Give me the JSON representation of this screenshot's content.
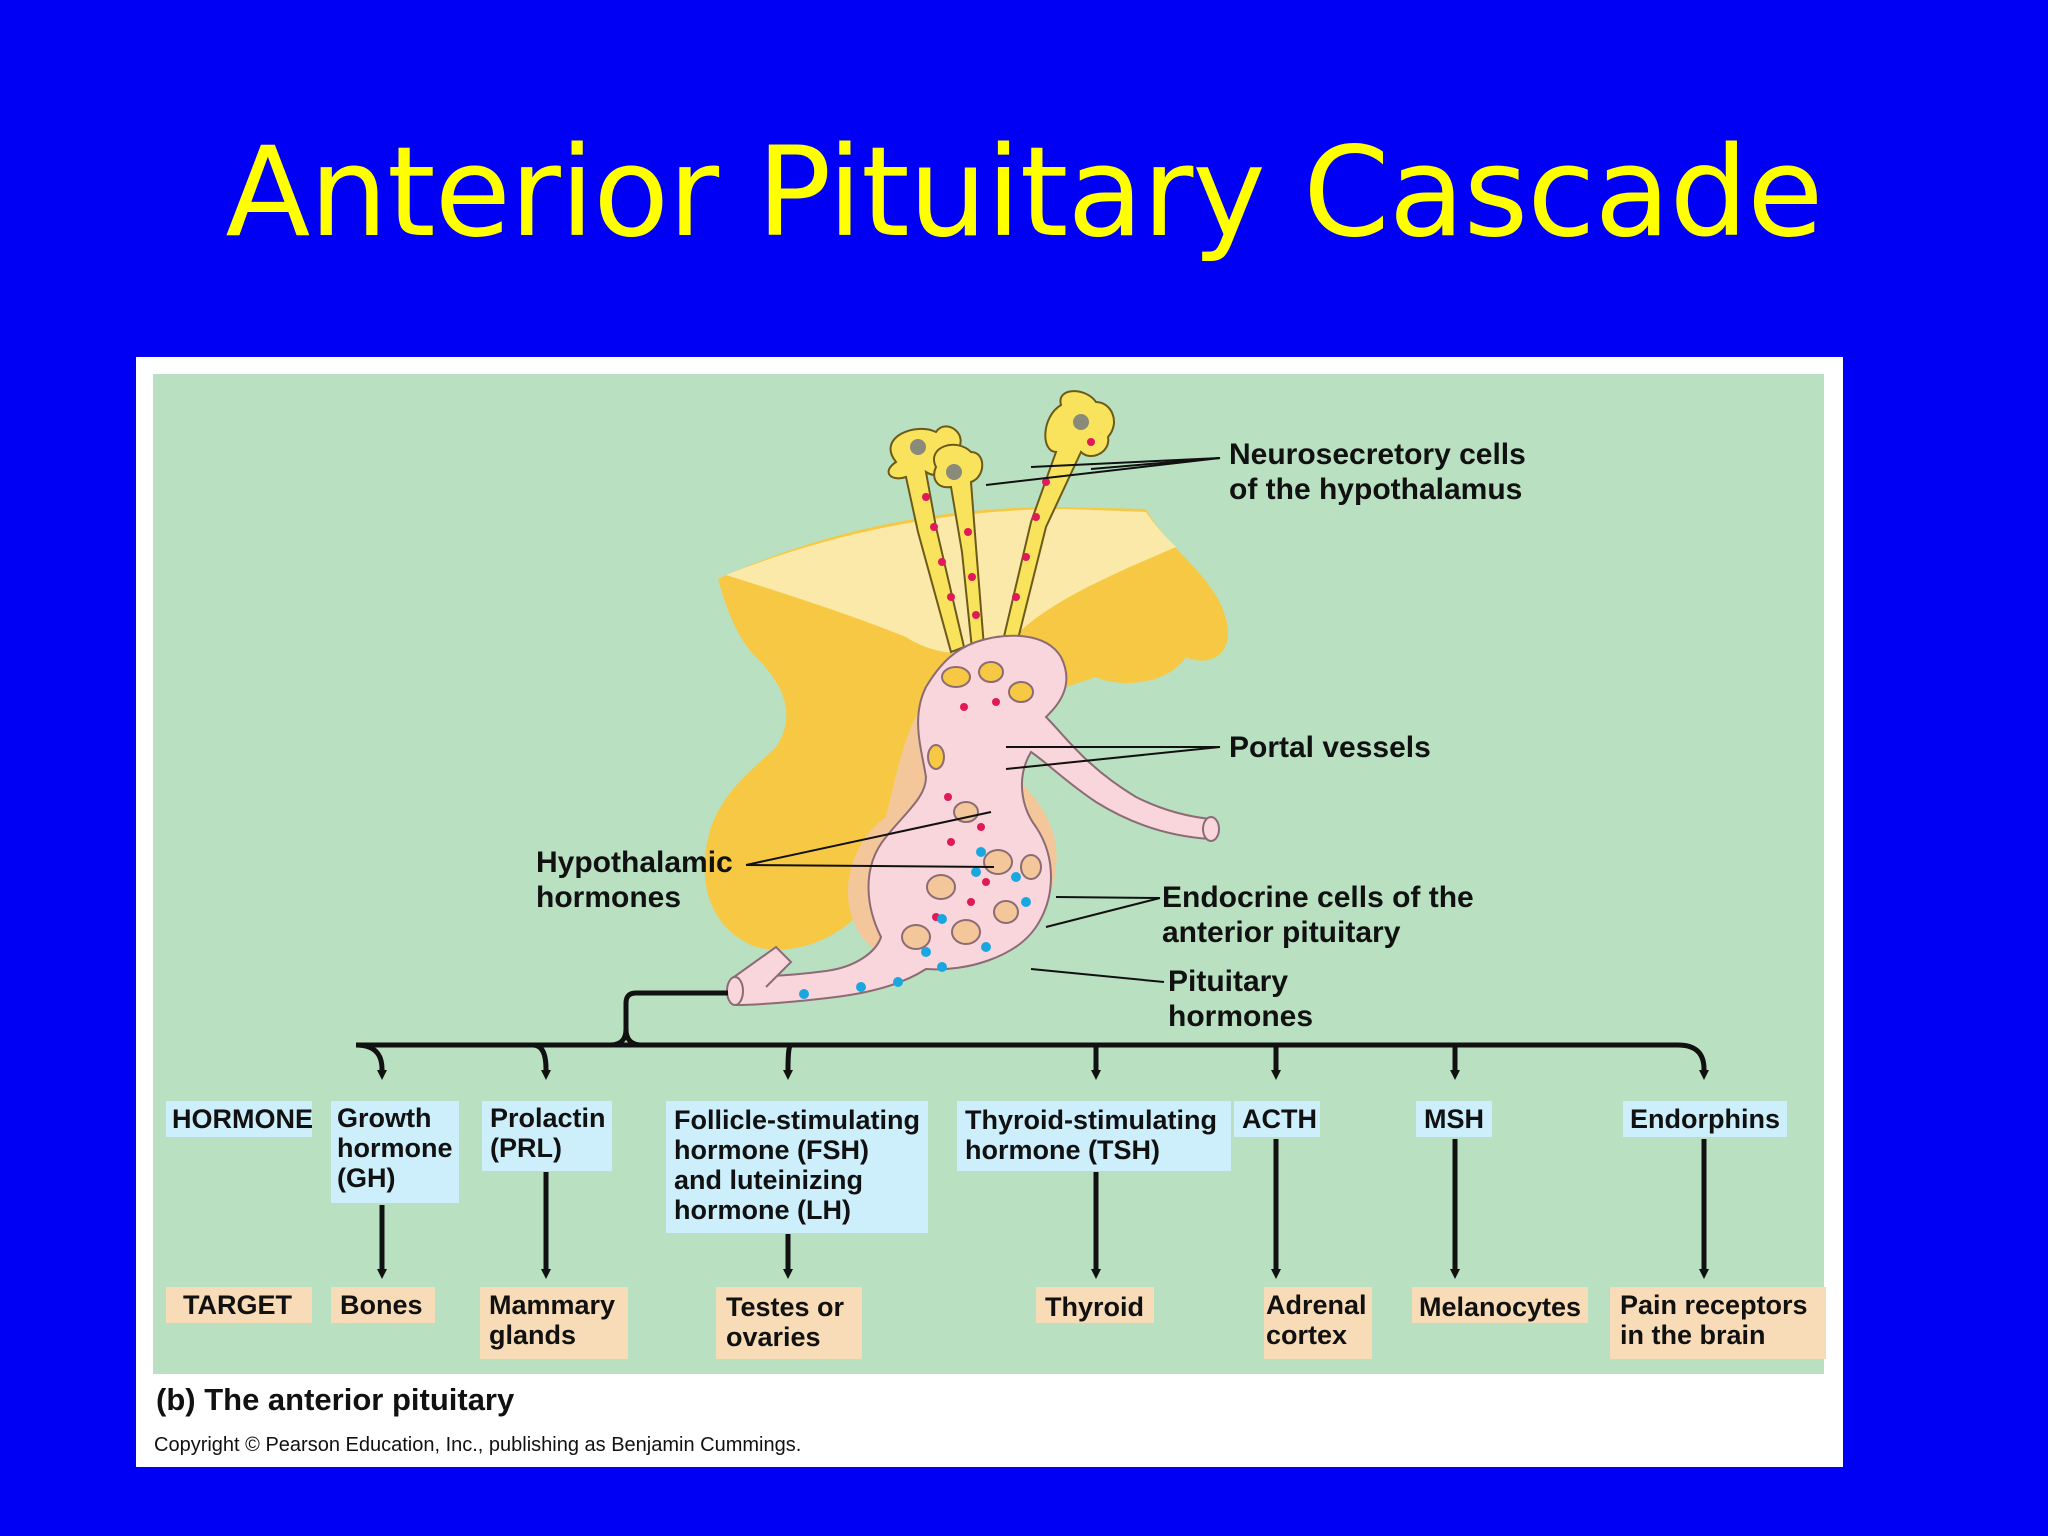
{
  "slide": {
    "title": "Anterior Pituitary Cascade"
  },
  "figure": {
    "callouts": {
      "neurosecretory": [
        "Neurosecretory cells",
        "of the hypothalamus"
      ],
      "portal": [
        "Portal vessels"
      ],
      "hypothalamic": [
        "Hypothalamic",
        "hormones"
      ],
      "endocrine": [
        "Endocrine cells of the",
        "anterior pituitary"
      ],
      "pituitary_hormones": [
        "Pituitary",
        "hormones"
      ]
    },
    "row_labels": {
      "hormone": "HORMONE",
      "target": "TARGET"
    },
    "hormones": [
      {
        "lines": [
          "Growth",
          "hormone",
          "(GH)"
        ],
        "target": [
          "Bones"
        ]
      },
      {
        "lines": [
          "Prolactin",
          "(PRL)"
        ],
        "target": [
          "Mammary",
          "glands"
        ]
      },
      {
        "lines": [
          "Follicle-stimulating",
          "hormone (FSH)",
          "and luteinizing",
          "hormone (LH)"
        ],
        "target": [
          "Testes or",
          "ovaries"
        ]
      },
      {
        "lines": [
          "Thyroid-stimulating",
          "hormone (TSH)"
        ],
        "target": [
          "Thyroid"
        ]
      },
      {
        "lines": [
          "ACTH"
        ],
        "target": [
          "Adrenal",
          "cortex"
        ]
      },
      {
        "lines": [
          "MSH"
        ],
        "target": [
          "Melanocytes"
        ]
      },
      {
        "lines": [
          "Endorphins"
        ],
        "target": [
          "Pain receptors",
          "in the brain"
        ]
      }
    ],
    "caption": "(b) The anterior pituitary",
    "copyright": "Copyright © Pearson Education, Inc., publishing as Benjamin Cummings.",
    "colors": {
      "background": "#0000f5",
      "title": "#ffff00",
      "panel": "#b9e0c1",
      "hormone_box": "#cdeffb",
      "target_box": "#f8dcb8",
      "hypothalamus": "#f7c843",
      "portal_vessel": "#f8d6dc"
    }
  }
}
